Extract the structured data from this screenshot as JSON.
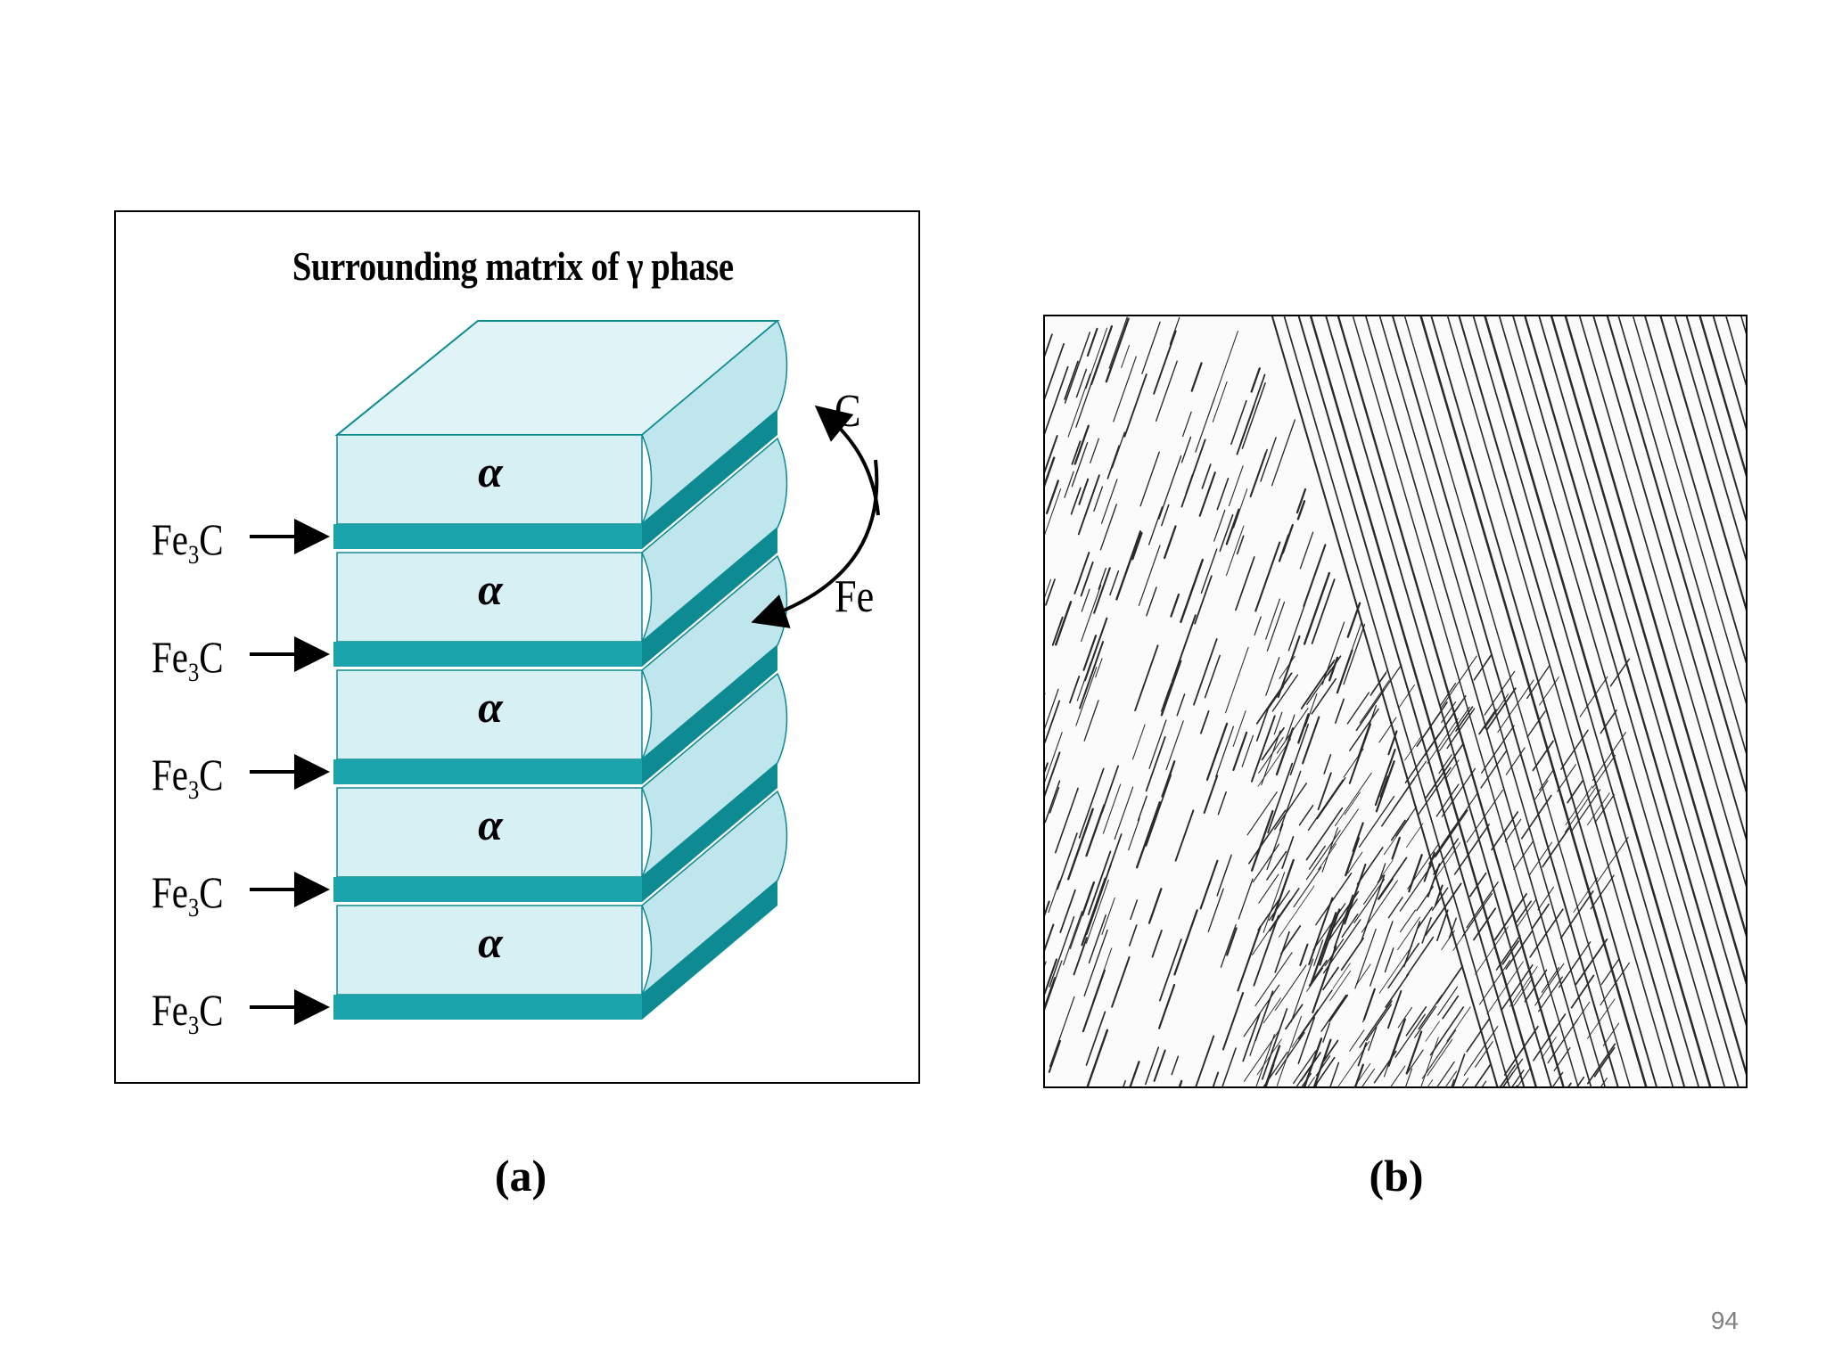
{
  "figure_a": {
    "title": "Surrounding matrix of γ phase",
    "alpha_label": "α",
    "layers": [
      {
        "phase": "α",
        "carbide": "Fe",
        "carbide_sub": "3",
        "carbide_tail": "C"
      },
      {
        "phase": "α",
        "carbide": "Fe",
        "carbide_sub": "3",
        "carbide_tail": "C"
      },
      {
        "phase": "α",
        "carbide": "Fe",
        "carbide_sub": "3",
        "carbide_tail": "C"
      },
      {
        "phase": "α",
        "carbide": "Fe",
        "carbide_sub": "3",
        "carbide_tail": "C"
      },
      {
        "phase": "α",
        "carbide": "Fe",
        "carbide_sub": "3",
        "carbide_tail": "C"
      }
    ],
    "diffusion": {
      "carbon": "C",
      "iron": "Fe"
    },
    "colors": {
      "ferrite": "#d6f0f4",
      "ferrite_side": "#bfe6ec",
      "carbide": "#1aa3aa",
      "carbide_dark": "#0e8a92"
    },
    "label": "(a)"
  },
  "figure_b": {
    "image": "pearlite lamellar microstructure micrograph",
    "label": "(b)"
  },
  "page_number": "94"
}
